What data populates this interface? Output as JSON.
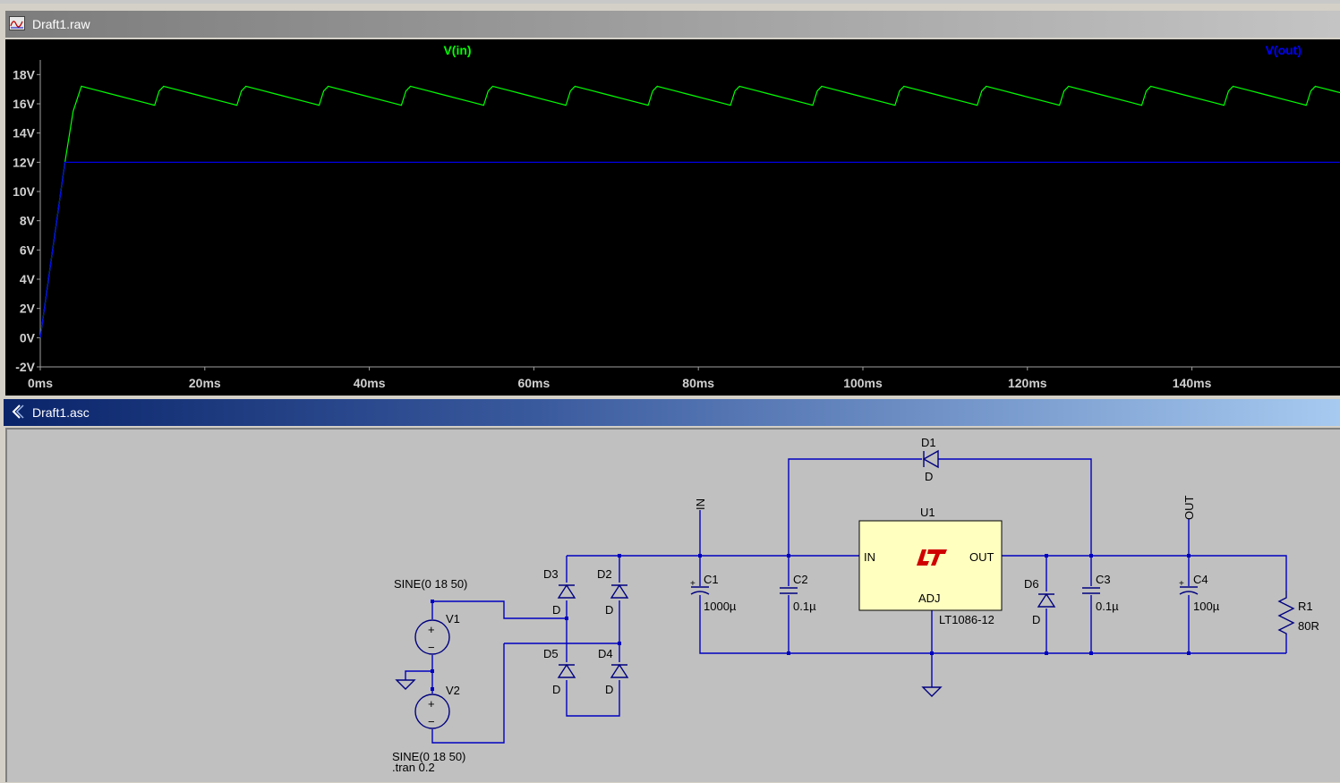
{
  "waveform_window": {
    "title": "Draft1.raw",
    "icon": "waveform-icon"
  },
  "schematic_window": {
    "title": "Draft1.asc",
    "icon": "schematic-icon"
  },
  "chart_data": {
    "type": "line",
    "x_unit": "ms",
    "y_unit": "V",
    "xlim": [
      0,
      158
    ],
    "ylim": [
      -2,
      19
    ],
    "x_ticks": [
      0,
      20,
      40,
      60,
      80,
      100,
      120,
      140
    ],
    "x_tick_labels": [
      "0ms",
      "20ms",
      "40ms",
      "60ms",
      "80ms",
      "100ms",
      "120ms",
      "140ms"
    ],
    "y_ticks": [
      18,
      16,
      14,
      12,
      10,
      8,
      6,
      4,
      2,
      0,
      -2
    ],
    "y_tick_labels": [
      "18V",
      "16V",
      "14V",
      "12V",
      "10V",
      "8V",
      "6V",
      "4V",
      "2V",
      "0V",
      "-2V"
    ],
    "grid": false,
    "series": [
      {
        "name": "V(in)",
        "color": "#00ff00",
        "legend": "top-center",
        "peak": 17.2,
        "trough": 15.9,
        "period_ms": 10,
        "rise_ms": 1.1,
        "x": [
          0,
          1,
          2,
          3,
          4,
          5
        ],
        "y": [
          0,
          4,
          8,
          12,
          15.5,
          17.2
        ]
      },
      {
        "name": "V(out)",
        "color": "#0000ff",
        "legend": "top-right",
        "x": [
          0,
          1,
          2,
          3,
          158
        ],
        "y": [
          0,
          4,
          8,
          12,
          12
        ]
      }
    ]
  },
  "schematic": {
    "source_v1_value": "SINE(0 18 50)",
    "source_v1_name": "V1",
    "source_v2_name": "V2",
    "source_v2_value": "SINE(0 18 50)",
    "tran_directive": ".tran 0.2",
    "d1_name": "D1",
    "d1_model": "D",
    "d2_name": "D2",
    "d2_model": "D",
    "d3_name": "D3",
    "d3_model": "D",
    "d4_name": "D4",
    "d4_model": "D",
    "d5_name": "D5",
    "d5_model": "D",
    "d6_name": "D6",
    "d6_model": "D",
    "c1_name": "C1",
    "c1_value": "1000µ",
    "c2_name": "C2",
    "c2_value": "0.1µ",
    "c3_name": "C3",
    "c3_value": "0.1µ",
    "c4_name": "C4",
    "c4_value": "100µ",
    "r1_name": "R1",
    "r1_value": "80R",
    "u1_name": "U1",
    "u1_part": "LT1086-12",
    "u1_pin_in": "IN",
    "u1_pin_out": "OUT",
    "u1_pin_adj": "ADJ",
    "net_in": "IN",
    "net_out": "OUT",
    "plus_sign": "+",
    "minus_sign": "−",
    "ic_fill": "#ffffc0",
    "logo_color": "#d00000"
  }
}
